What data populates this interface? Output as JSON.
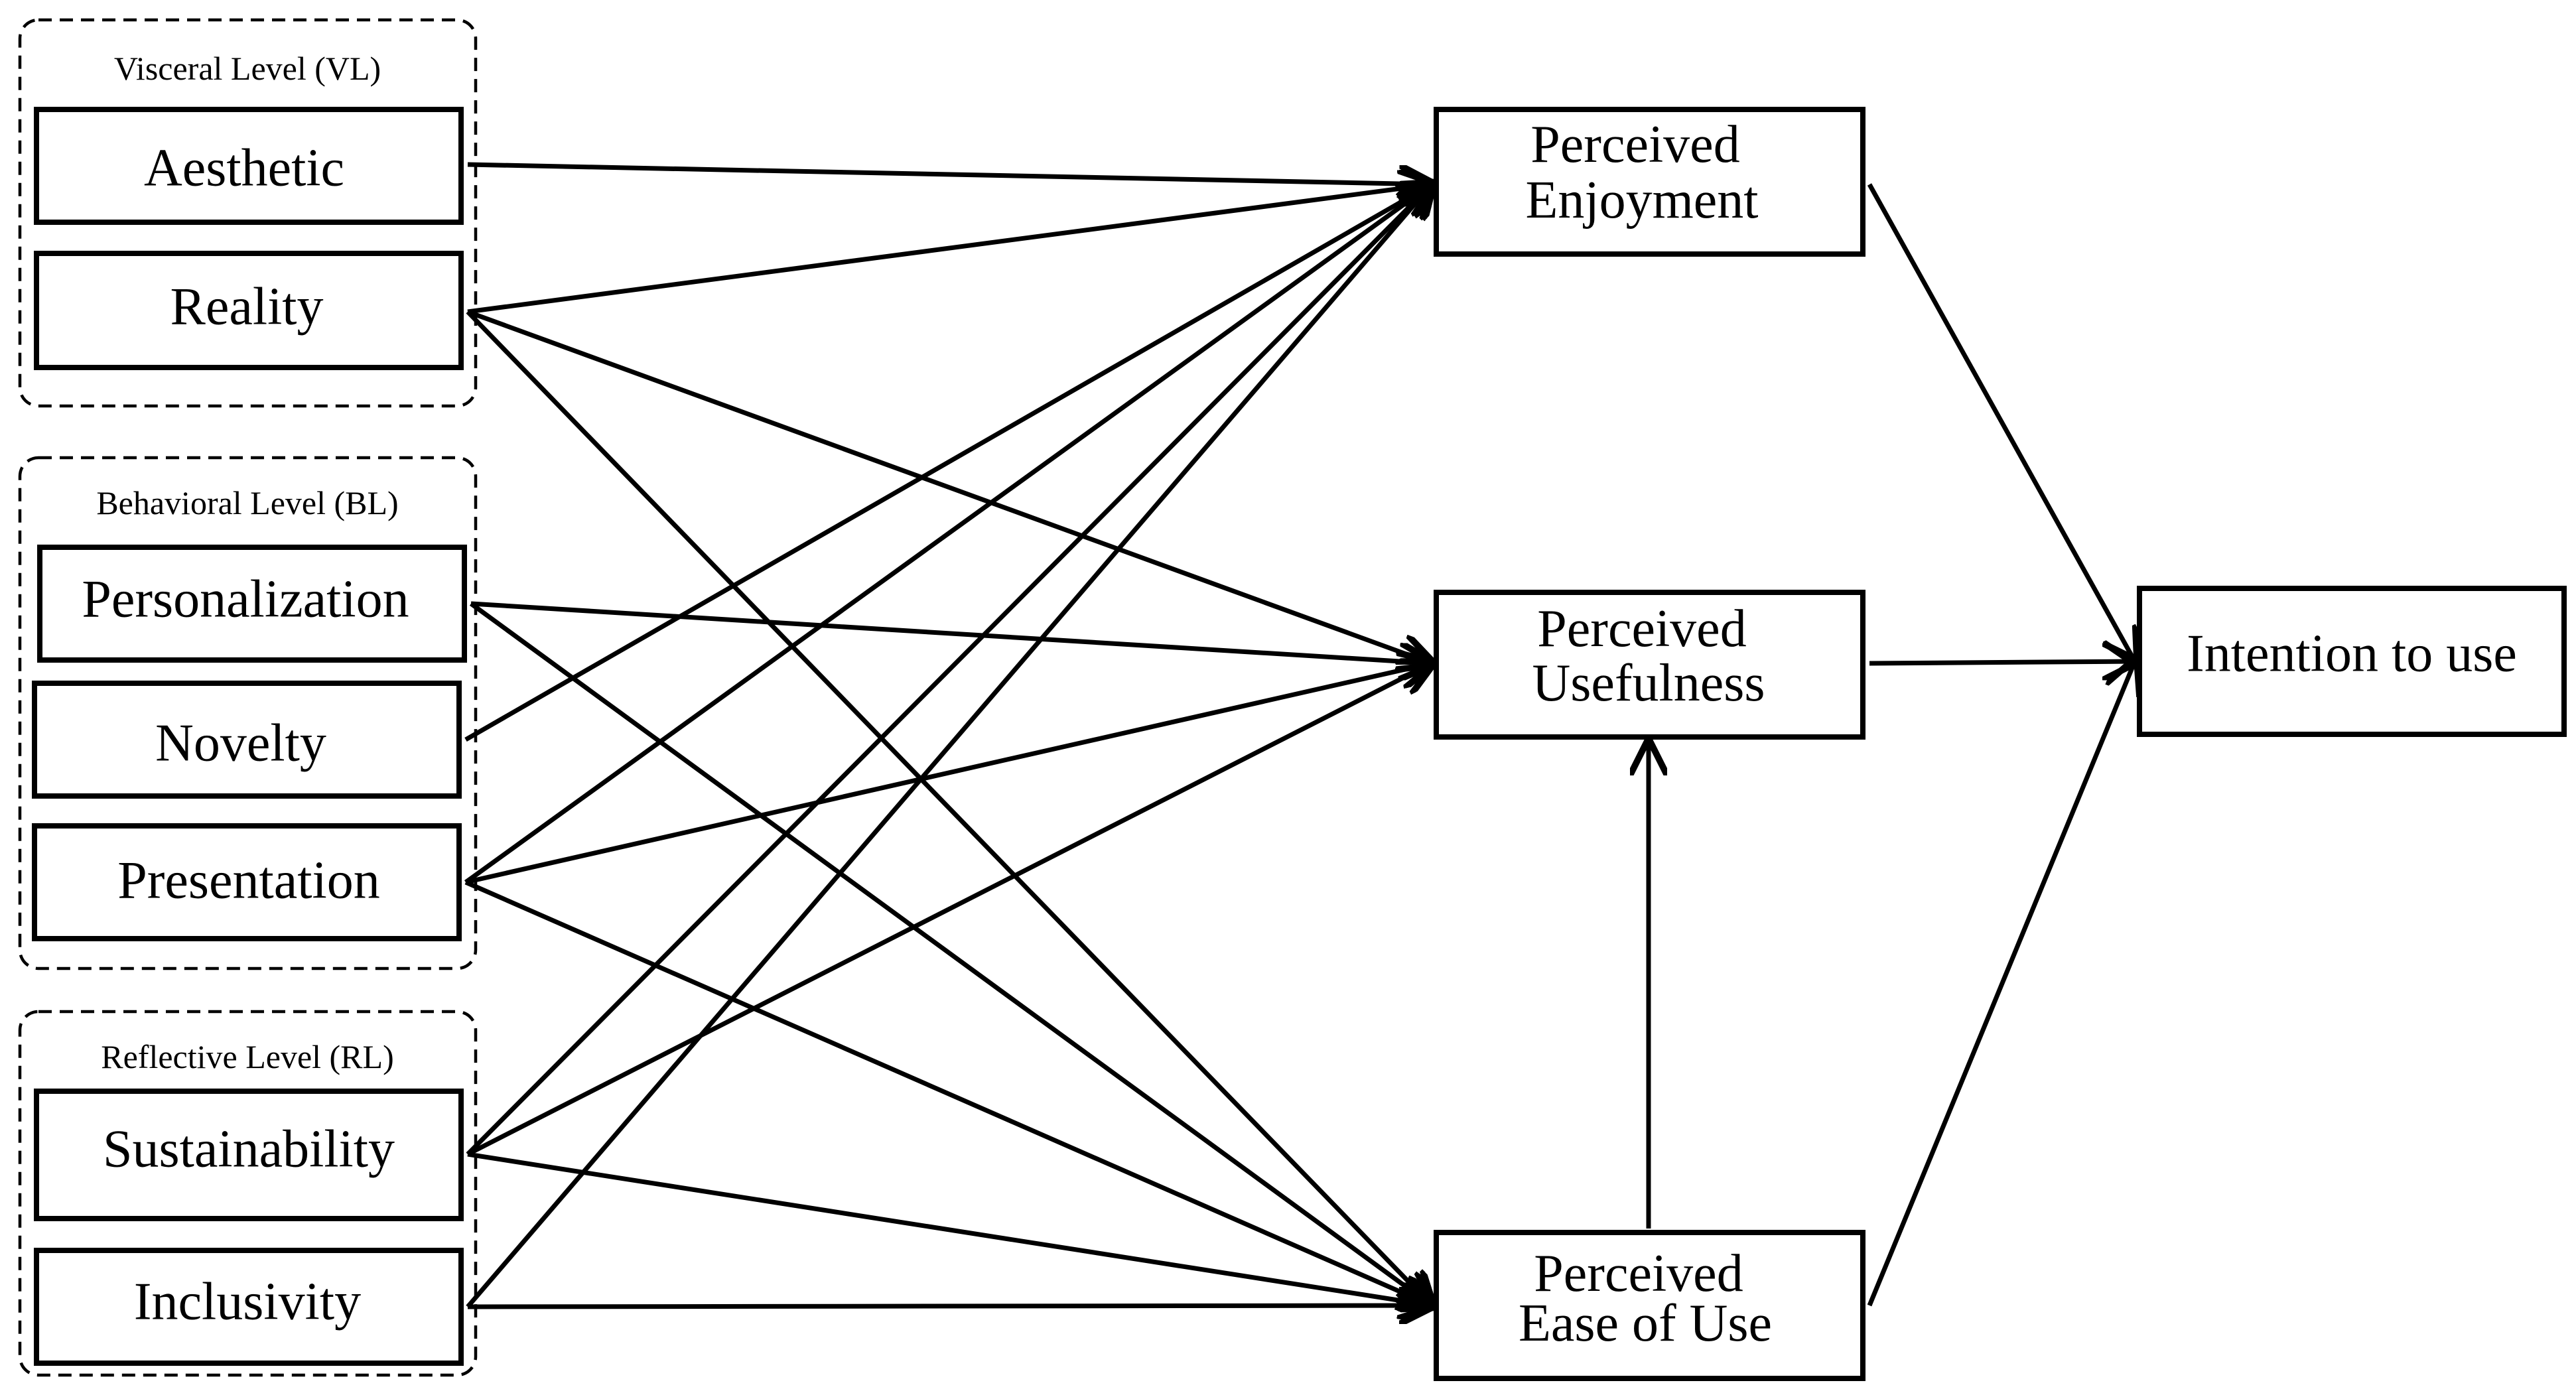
{
  "groups": {
    "visceral": "Visceral Level (VL)",
    "behavioral": "Behavioral Level (BL)",
    "reflective": "Reflective Level (RL)"
  },
  "nodes": {
    "aesthetic": "Aesthetic",
    "reality": "Reality",
    "personalization": "Personalization",
    "novelty": "Novelty",
    "presentation": "Presentation",
    "sustainability": "Sustainability",
    "inclusivity": "Inclusivity",
    "perceived_enjoyment": [
      "Perceived",
      "Enjoyment"
    ],
    "perceived_usefulness": [
      "Perceived",
      "Usefulness"
    ],
    "perceived_ease_of_use": [
      "Perceived",
      "Ease of Use"
    ],
    "intention_to_use": "Intention to use"
  },
  "edges": [
    {
      "from": "aesthetic",
      "to": "perceived_enjoyment"
    },
    {
      "from": "reality",
      "to": "perceived_enjoyment"
    },
    {
      "from": "reality",
      "to": "perceived_usefulness"
    },
    {
      "from": "reality",
      "to": "perceived_ease_of_use"
    },
    {
      "from": "personalization",
      "to": "perceived_usefulness"
    },
    {
      "from": "personalization",
      "to": "perceived_ease_of_use"
    },
    {
      "from": "novelty",
      "to": "perceived_enjoyment"
    },
    {
      "from": "presentation",
      "to": "perceived_enjoyment"
    },
    {
      "from": "presentation",
      "to": "perceived_usefulness"
    },
    {
      "from": "presentation",
      "to": "perceived_ease_of_use"
    },
    {
      "from": "sustainability",
      "to": "perceived_enjoyment"
    },
    {
      "from": "sustainability",
      "to": "perceived_usefulness"
    },
    {
      "from": "sustainability",
      "to": "perceived_ease_of_use"
    },
    {
      "from": "inclusivity",
      "to": "perceived_enjoyment"
    },
    {
      "from": "inclusivity",
      "to": "perceived_ease_of_use"
    },
    {
      "from": "perceived_ease_of_use",
      "to": "perceived_usefulness"
    },
    {
      "from": "perceived_enjoyment",
      "to": "intention_to_use"
    },
    {
      "from": "perceived_usefulness",
      "to": "intention_to_use"
    },
    {
      "from": "perceived_ease_of_use",
      "to": "intention_to_use"
    }
  ]
}
